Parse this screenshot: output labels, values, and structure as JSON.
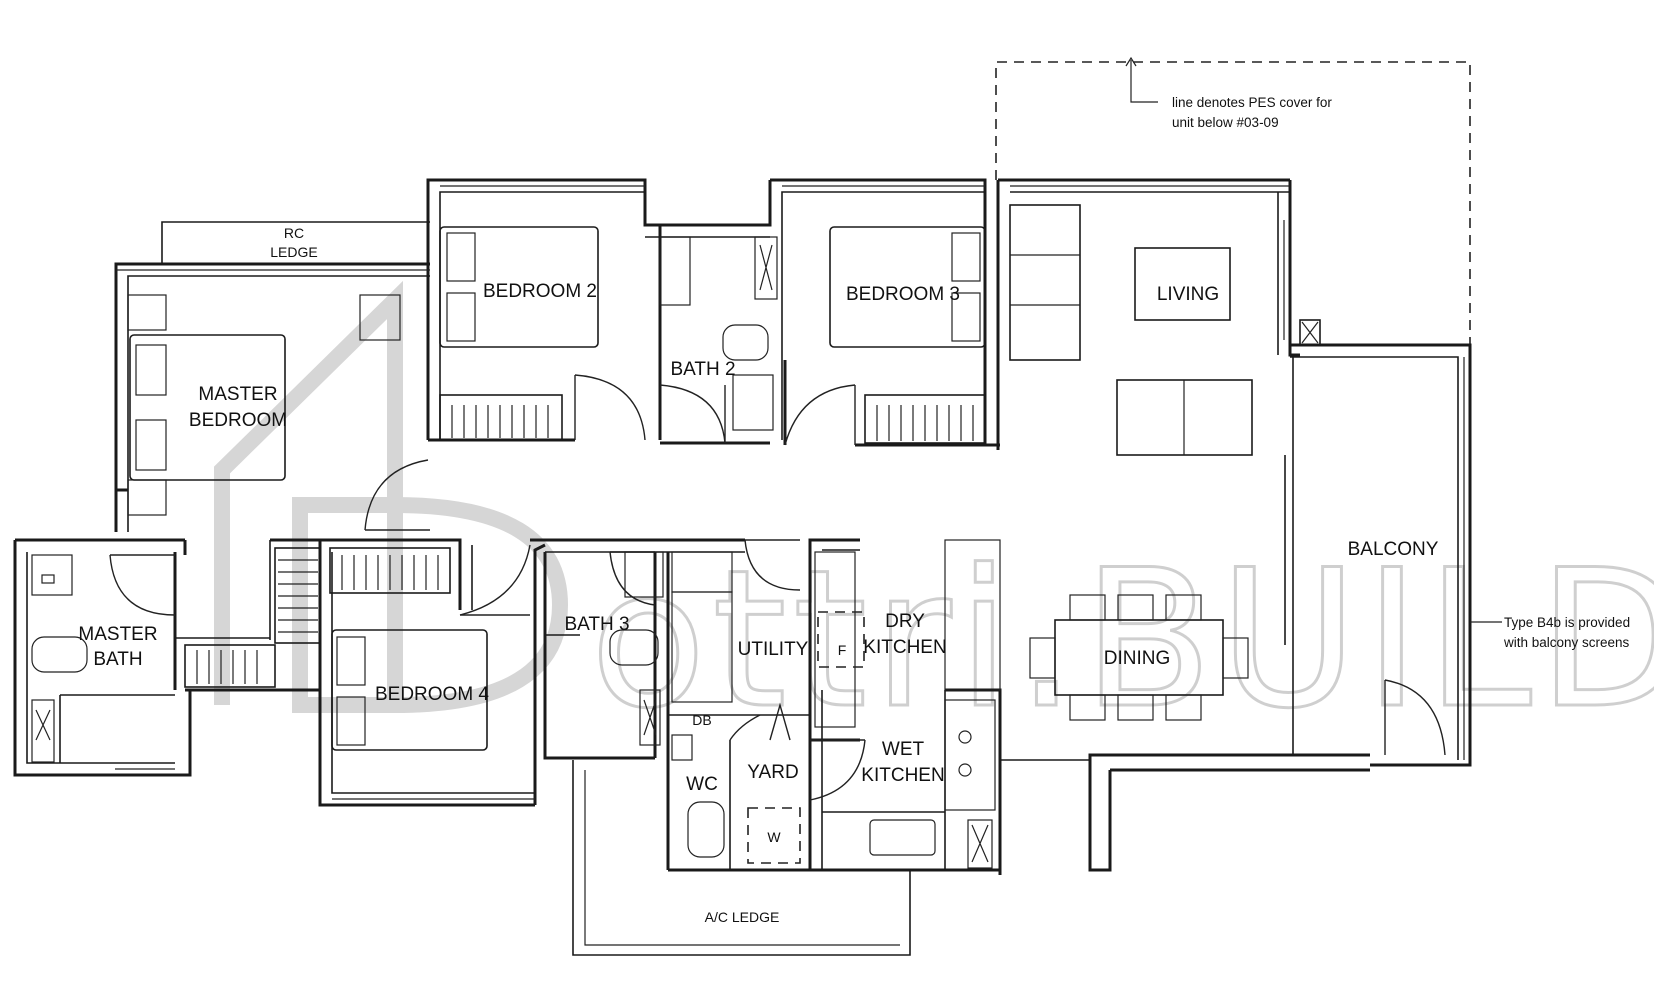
{
  "rooms": {
    "master_bedroom": [
      "MASTER",
      "BEDROOM"
    ],
    "bedroom_2": "BEDROOM 2",
    "bedroom_3": "BEDROOM 3",
    "bedroom_4": "BEDROOM 4",
    "bath_2": "BATH 2",
    "bath_3": "BATH 3",
    "master_bath": [
      "MASTER",
      "BATH"
    ],
    "living": "LIVING",
    "dining": "DINING",
    "balcony": "BALCONY",
    "utility": "UTILITY",
    "dry_kitchen": [
      "DRY",
      "KITCHEN"
    ],
    "wet_kitchen": [
      "WET",
      "KITCHEN"
    ],
    "wc": "WC",
    "yard": "YARD",
    "db": "DB",
    "rc_ledge": [
      "RC",
      "LEDGE"
    ],
    "ac_ledge": "A/C LEDGE"
  },
  "symbols": {
    "fridge": "F",
    "washer": "W"
  },
  "notes": {
    "pes_cover": [
      "line denotes PES cover for",
      "unit below #03-09"
    ],
    "balcony_screens": [
      "Type B4b is provided",
      "with balcony screens"
    ]
  },
  "watermark": {
    "text": "ottri.BUILD"
  }
}
